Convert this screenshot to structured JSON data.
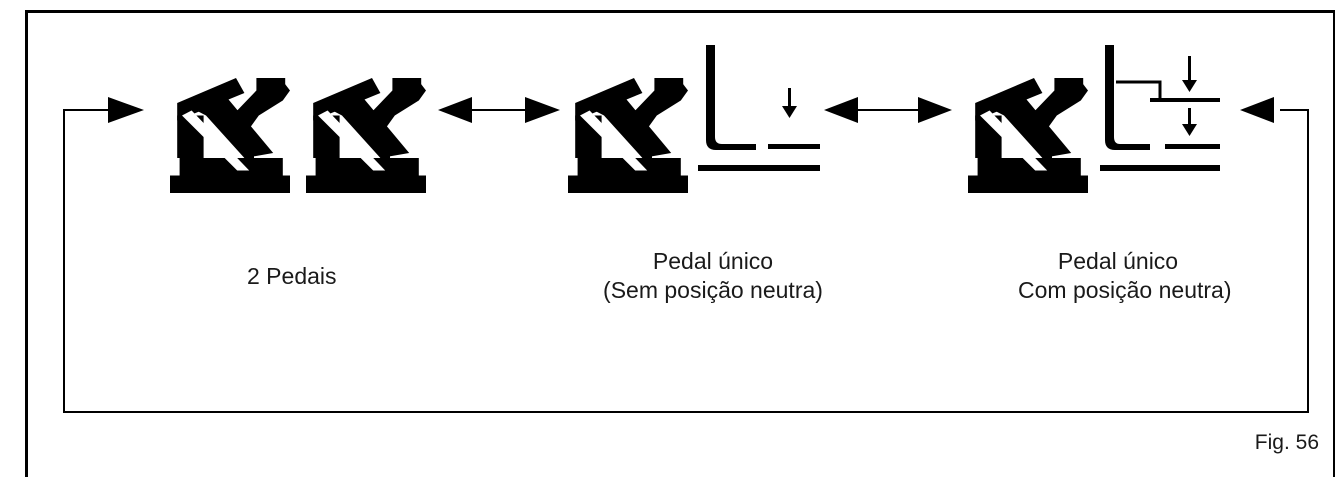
{
  "captions": {
    "two_pedals": "2 Pedais",
    "single_no_neutral": [
      "Pedal único",
      "(Sem posição neutra)"
    ],
    "single_neutral": [
      "Pedal único",
      "Com posição neutra)"
    ]
  },
  "figure_label": "Fig. 56"
}
